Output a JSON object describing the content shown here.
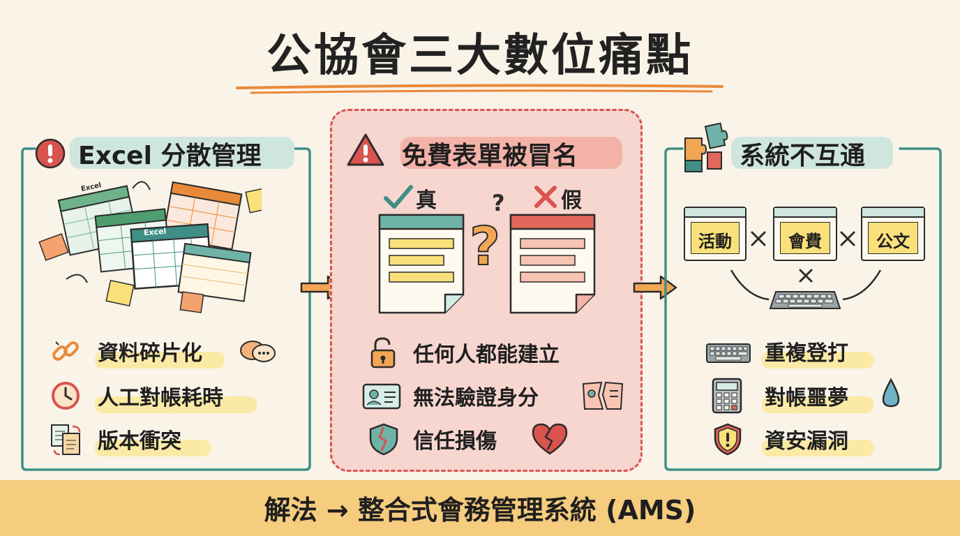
{
  "title": "公協會三大數位痛點",
  "panels": [
    {
      "title": "Excel 分散管理",
      "sheet_label": "Excel",
      "items": [
        "資料碎片化",
        "人工對帳耗時",
        "版本衝突"
      ]
    },
    {
      "title": "免費表單被冒名",
      "real_label": "真",
      "fake_label": "假",
      "items": [
        "任何人都能建立",
        "無法驗證身分",
        "信任損傷"
      ]
    },
    {
      "title": "系統不互通",
      "systems": [
        "活動",
        "會費",
        "公文"
      ],
      "items": [
        "重複登打",
        "對帳噩夢",
        "資安漏洞"
      ]
    }
  ],
  "footer": "解法 → 整合式會務管理系統 (AMS)",
  "colors": {
    "teal": "#3f8f86",
    "red": "#d9534f",
    "orange": "#e98a3a",
    "yellow": "#f9e79a",
    "footer": "#f6cc7e",
    "pink_bg": "#f7d6cf"
  }
}
